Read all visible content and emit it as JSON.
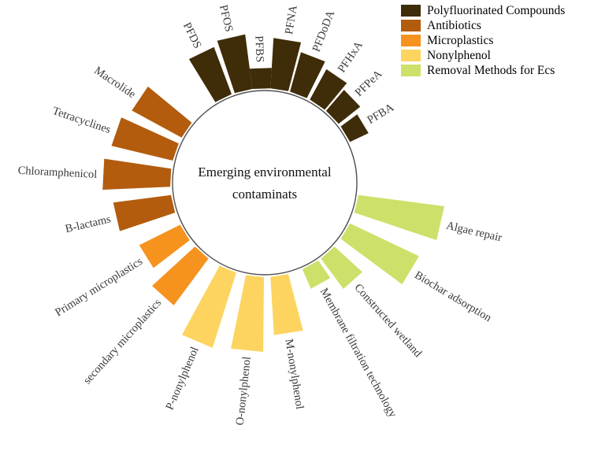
{
  "figure": {
    "center_label": {
      "line1": "Emerging environmental",
      "line2": "contaminats"
    }
  },
  "legend": {
    "items": [
      {
        "label": "Polyfluorinated Compounds",
        "color": "#3f2c08"
      },
      {
        "label": "Antibiotics",
        "color": "#b35c0e"
      },
      {
        "label": "Microplastics",
        "color": "#f6921e"
      },
      {
        "label": "Nonylphenol",
        "color": "#fcd45f"
      },
      {
        "label": "Removal Methods for Ecs",
        "color": "#cde069"
      }
    ]
  },
  "chart_data": {
    "type": "radial-bar",
    "title": "Emerging environmental contaminats",
    "center": {
      "x": 336,
      "y": 232
    },
    "inner_circle_radius": 117,
    "inner_radius": 120,
    "bar_half_angle_deg": 5.5,
    "label_gap": 7,
    "series": [
      {
        "name": "Polyfluorinated Compounds",
        "color": "#3f2c08",
        "items": [
          {
            "label": "PFDS",
            "angle": 116,
            "length": 64
          },
          {
            "label": "PFOS",
            "angle": 103,
            "length": 70
          },
          {
            "label": "PFBS",
            "angle": 92,
            "length": 26
          },
          {
            "label": "PFNA",
            "angle": 81,
            "length": 64
          },
          {
            "label": "PFDoDA",
            "angle": 69,
            "length": 52
          },
          {
            "label": "PFHxA",
            "angle": 56,
            "length": 44
          },
          {
            "label": "PFPeA",
            "angle": 44,
            "length": 35
          },
          {
            "label": "PFBA",
            "angle": 31,
            "length": 26
          }
        ]
      },
      {
        "name": "Antibiotics",
        "color": "#b35c0e",
        "items": [
          {
            "label": "Macrolide",
            "angle": 146,
            "length": 72
          },
          {
            "label": "Tetracyclines",
            "angle": 161,
            "length": 80
          },
          {
            "label": "Chloramphenicol",
            "angle": 177,
            "length": 86
          },
          {
            "label": "B-lactams",
            "angle": 193,
            "length": 74
          }
        ]
      },
      {
        "name": "Microplastics",
        "color": "#f6921e",
        "items": [
          {
            "label": "Primary microplastics",
            "angle": 212,
            "length": 58
          },
          {
            "label": "secondary microplastics",
            "angle": 228,
            "length": 74
          }
        ]
      },
      {
        "name": "Nonylphenol",
        "color": "#fcd45f",
        "items": [
          {
            "label": "P-nonylphenol",
            "angle": 247,
            "length": 100
          },
          {
            "label": "O-nonylphenol",
            "angle": 264,
            "length": 95
          },
          {
            "label": "M-nonylphenol",
            "angle": 279,
            "length": 74
          }
        ]
      },
      {
        "name": "Removal Methods for Ecs",
        "color": "#cde069",
        "items": [
          {
            "label": "Membrane filtration technology",
            "angle": 299,
            "length": 27
          },
          {
            "label": "Constructed wetland",
            "angle": 312,
            "length": 48
          },
          {
            "label": "Biochar adsorption",
            "angle": 329,
            "length": 97
          },
          {
            "label": "Algae repair",
            "angle": 347,
            "length": 110
          }
        ]
      }
    ]
  }
}
